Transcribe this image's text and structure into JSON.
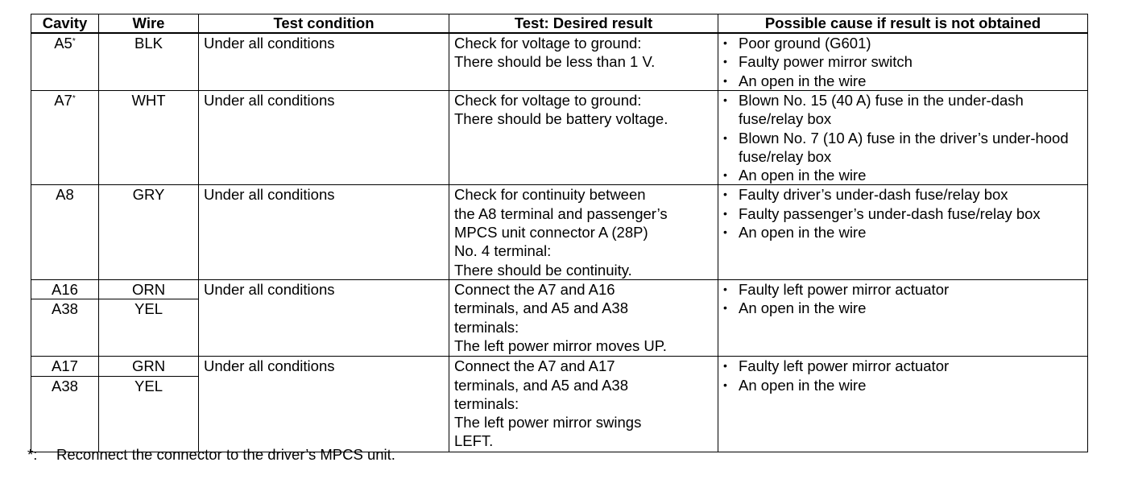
{
  "headers": {
    "cavity": "Cavity",
    "wire": "Wire",
    "condition": "Test condition",
    "result": "Test: Desired result",
    "cause": "Possible cause if result is not obtained"
  },
  "rows": [
    {
      "cavity": "A5",
      "cavity_mark": "*",
      "wire": "BLK",
      "condition": "Under all conditions",
      "result": [
        "Check for voltage to ground:",
        "There should be less than 1 V."
      ],
      "causes": [
        "Poor ground (G601)",
        "Faulty power mirror switch",
        "An open in the wire"
      ]
    },
    {
      "cavity": "A7",
      "cavity_mark": "*",
      "wire": "WHT",
      "condition": "Under all conditions",
      "result": [
        "Check for voltage to ground:",
        "There should be battery voltage."
      ],
      "causes": [
        "Blown No. 15 (40 A) fuse in the under-dash fuse/relay box",
        "Blown No. 7 (10 A) fuse in the driver’s under-hood fuse/relay box",
        "An open in the wire"
      ]
    },
    {
      "cavity": "A8",
      "wire": "GRY",
      "condition": "Under all conditions",
      "result": [
        "Check for continuity between",
        "the A8 terminal and passenger’s",
        "MPCS unit connector A (28P)",
        "No. 4 terminal:",
        "There should be continuity."
      ],
      "causes": [
        "Faulty driver’s under-dash fuse/relay box",
        "Faulty passenger’s under-dash fuse/relay box",
        "An open in the wire"
      ]
    },
    {
      "cavity_top": "A16",
      "wire_top": "ORN",
      "cavity_bottom": "A38",
      "wire_bottom": "YEL",
      "condition": "Under all conditions",
      "result": [
        "Connect the A7 and A16",
        "terminals, and A5 and A38",
        "terminals:",
        "The left power mirror moves UP."
      ],
      "causes": [
        "Faulty left power mirror actuator",
        "An open in the wire"
      ]
    },
    {
      "cavity_top": "A17",
      "wire_top": "GRN",
      "cavity_bottom": "A38",
      "wire_bottom": "YEL",
      "condition": "Under all conditions",
      "result": [
        "Connect the A7 and A17",
        "terminals, and A5 and A38",
        "terminals:",
        "The left power mirror swings",
        "LEFT."
      ],
      "causes": [
        "Faulty left power mirror actuator",
        "An open in the wire"
      ]
    }
  ],
  "footnote": {
    "mark": "*:",
    "text": "Reconnect the connector to the driver’s MPCS unit."
  }
}
